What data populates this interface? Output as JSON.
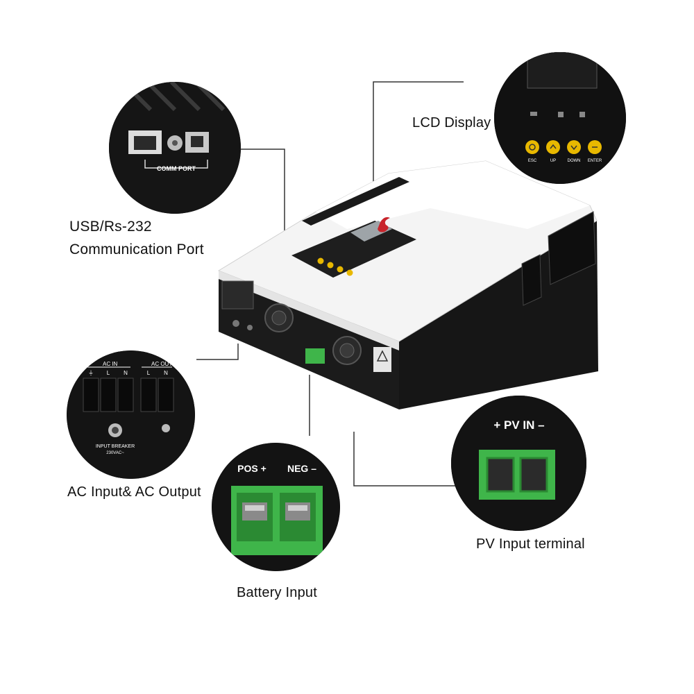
{
  "callouts": {
    "comm": {
      "title_line1": "USB/Rs-232",
      "title_line2": "Communication Port",
      "panel_text": "COMM PORT"
    },
    "lcd": {
      "title": "LCD Display",
      "buttons": [
        "ESC",
        "UP",
        "DOWN",
        "ENTER"
      ]
    },
    "ac": {
      "title": "AC Input& AC Output",
      "ac_in": "AC IN",
      "ac_out": "AC OUT",
      "terminals_in": [
        "⏚",
        "L",
        "N"
      ],
      "terminals_out": [
        "L",
        "N"
      ],
      "breaker_line1": "INPUT BREAKER",
      "breaker_line2": "230VAC~"
    },
    "battery": {
      "title": "Battery Input",
      "pos": "POS +",
      "neg": "NEG –"
    },
    "pv": {
      "title": "PV Input terminal",
      "panel_text": "+ PV IN –"
    }
  },
  "colors": {
    "terminal_green": "#3fb54a",
    "button_yellow": "#e8b800",
    "inverter_white": "#f2f2f2",
    "inverter_black": "#141414",
    "leader_line": "#333333"
  }
}
